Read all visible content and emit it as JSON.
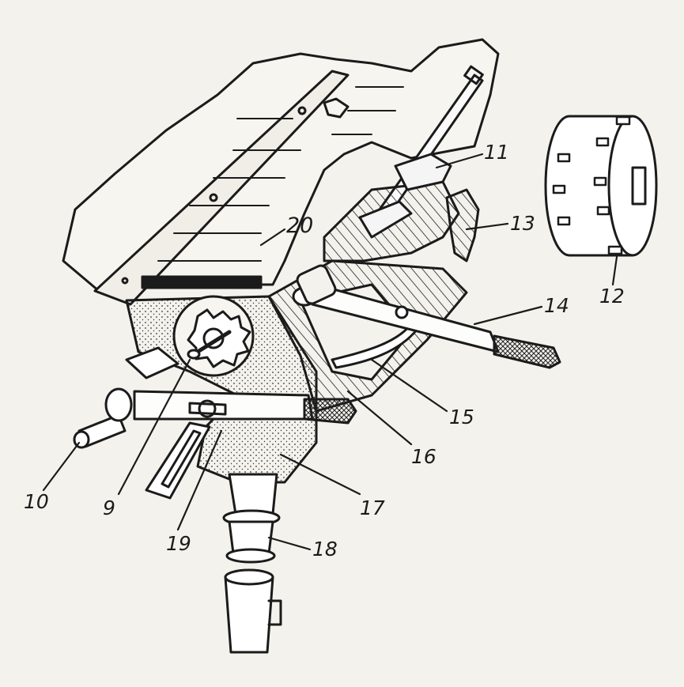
{
  "figure": {
    "labels": [
      {
        "id": "9",
        "text": "9"
      },
      {
        "id": "10",
        "text": "10"
      },
      {
        "id": "11",
        "text": "11"
      },
      {
        "id": "12",
        "text": "12"
      },
      {
        "id": "13",
        "text": "13"
      },
      {
        "id": "14",
        "text": "14"
      },
      {
        "id": "15",
        "text": "15"
      },
      {
        "id": "16",
        "text": "16"
      },
      {
        "id": "17",
        "text": "17"
      },
      {
        "id": "18",
        "text": "18"
      },
      {
        "id": "19",
        "text": "19"
      },
      {
        "id": "20",
        "text": "20"
      }
    ],
    "colors": {
      "ink": "#1b1b1b",
      "paper": "#f4f2ec"
    }
  }
}
